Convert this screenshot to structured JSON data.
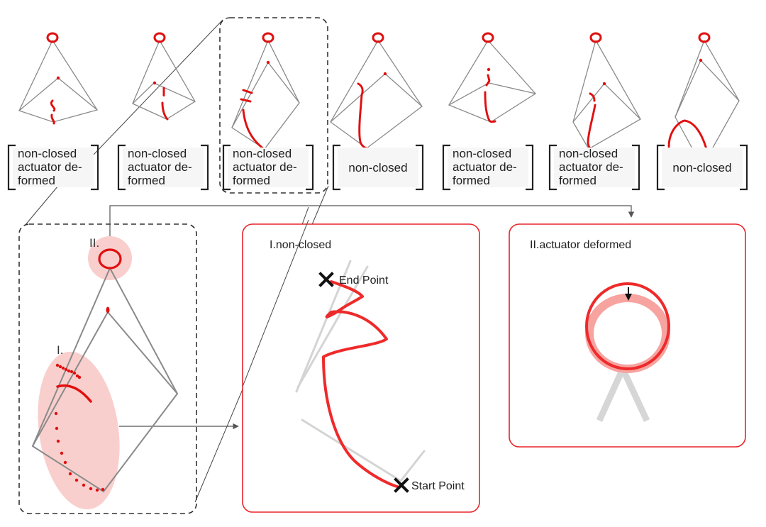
{
  "figure": {
    "colors": {
      "accent_red": "#e01010",
      "highlight_pink": "#f9c5c3",
      "frame_gray": "#8a8a8a",
      "ghost_gray": "#d0d0d0",
      "panel_border": "#e8242a",
      "text": "#222222"
    },
    "top_row": {
      "samples": [
        {
          "label_lines": [
            "non-closed",
            "actuator de-",
            "formed"
          ],
          "highlighted": false
        },
        {
          "label_lines": [
            "non-closed",
            "actuator de-",
            "formed"
          ],
          "highlighted": false
        },
        {
          "label_lines": [
            "non-closed",
            "actuator de-",
            "formed"
          ],
          "highlighted": true
        },
        {
          "label_lines": [
            "non-closed"
          ],
          "highlighted": false
        },
        {
          "label_lines": [
            "non-closed",
            "actuator de-",
            "formed"
          ],
          "highlighted": false
        },
        {
          "label_lines": [
            "non-closed",
            "actuator de-",
            "formed"
          ],
          "highlighted": false
        },
        {
          "label_lines": [
            "non-closed"
          ],
          "highlighted": false
        }
      ]
    },
    "zoom_detail": {
      "region_I_label": "I.",
      "region_II_label": "II."
    },
    "panel_non_closed": {
      "title": "I.non-closed",
      "end_label": "End Point",
      "start_label": "Start Point",
      "end_marker_icon": "x-mark-icon",
      "start_marker_icon": "x-mark-icon"
    },
    "panel_actuator": {
      "title": "II.actuator deformed",
      "arrow_icon": "down-arrow-icon"
    }
  }
}
